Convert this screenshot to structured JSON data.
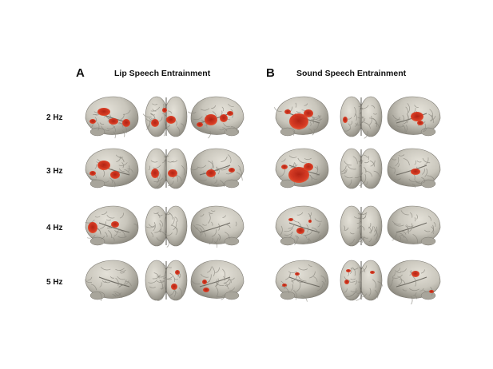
{
  "figure": {
    "panels": [
      {
        "letter": "A",
        "title": "Lip Speech Entrainment"
      },
      {
        "letter": "B",
        "title": "Sound Speech Entrainment"
      }
    ],
    "frequency_rows": [
      "2 Hz",
      "3 Hz",
      "4 Hz",
      "5 Hz"
    ],
    "views": [
      "left-lateral",
      "posterior",
      "right-lateral"
    ],
    "colors": {
      "background": "#ffffff",
      "cortex": "#c9c6bc",
      "cortex_shadow": "#8d8a80",
      "sulcus": "#6f6c64",
      "activation": "#d8341c",
      "activation_core": "#b01c0c"
    }
  }
}
